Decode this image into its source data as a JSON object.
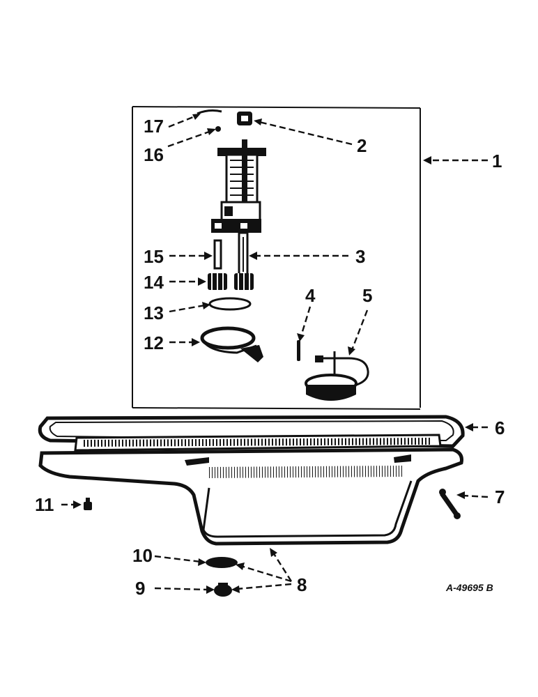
{
  "diagram": {
    "callouts": [
      {
        "id": "1",
        "label": "1"
      },
      {
        "id": "2",
        "label": "2"
      },
      {
        "id": "3",
        "label": "3"
      },
      {
        "id": "4",
        "label": "4"
      },
      {
        "id": "5",
        "label": "5"
      },
      {
        "id": "6",
        "label": "6"
      },
      {
        "id": "7",
        "label": "7"
      },
      {
        "id": "8",
        "label": "8"
      },
      {
        "id": "9",
        "label": "9"
      },
      {
        "id": "10",
        "label": "10"
      },
      {
        "id": "11",
        "label": "11"
      },
      {
        "id": "12",
        "label": "12"
      },
      {
        "id": "13",
        "label": "13"
      },
      {
        "id": "14",
        "label": "14"
      },
      {
        "id": "15",
        "label": "15"
      },
      {
        "id": "16",
        "label": "16"
      },
      {
        "id": "17",
        "label": "17"
      }
    ],
    "drawing_number": "A-49695 B"
  }
}
